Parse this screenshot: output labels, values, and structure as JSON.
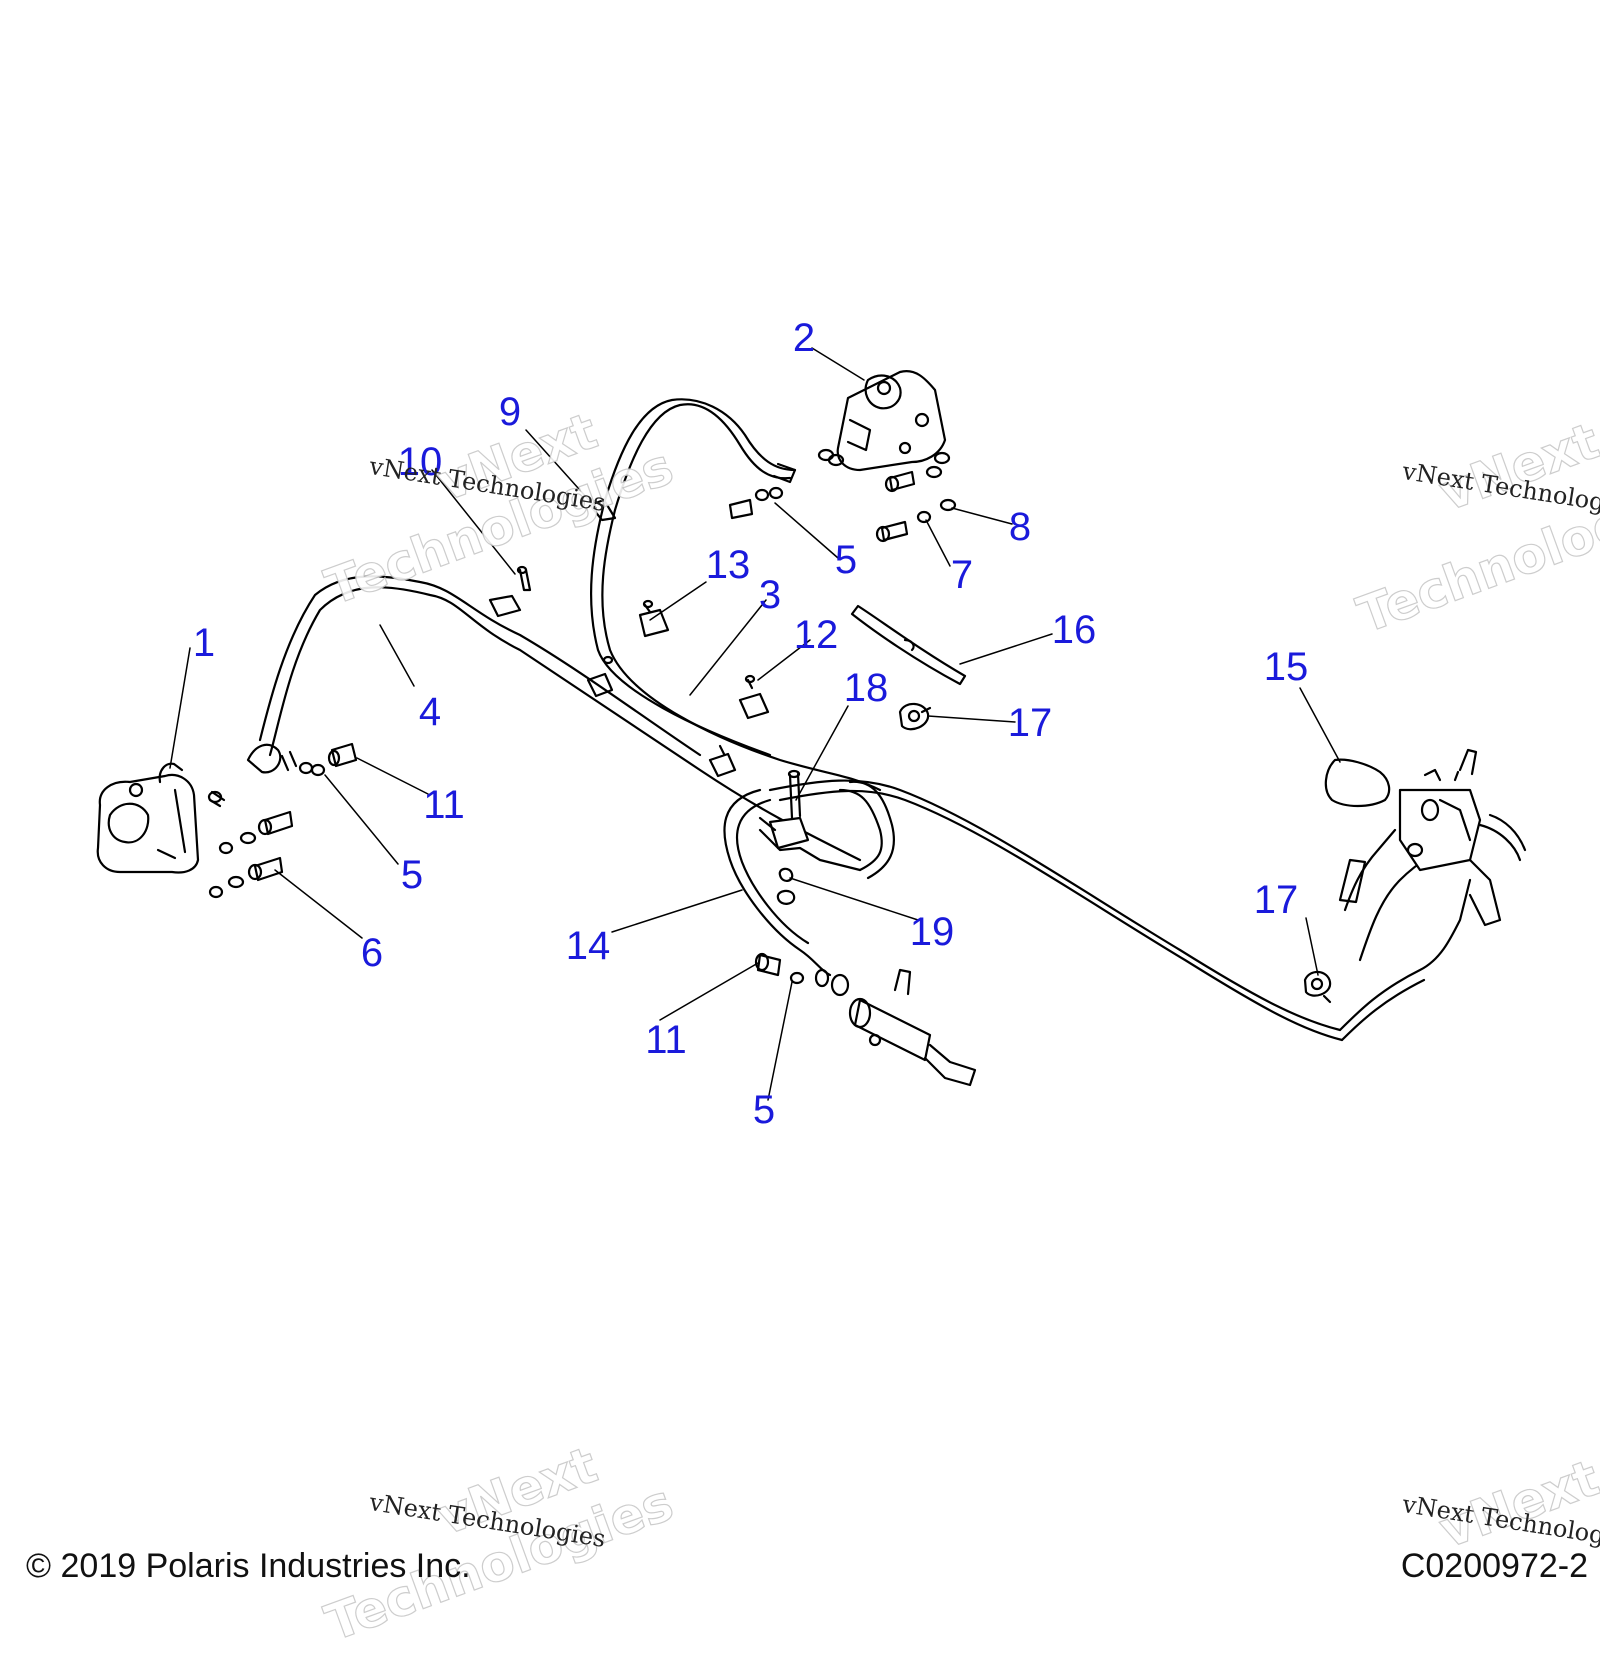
{
  "callouts": [
    {
      "id": "1",
      "text": "1"
    },
    {
      "id": "2",
      "text": "2"
    },
    {
      "id": "3",
      "text": "3"
    },
    {
      "id": "4",
      "text": "4"
    },
    {
      "id": "5a",
      "text": "5"
    },
    {
      "id": "5b",
      "text": "5"
    },
    {
      "id": "5c",
      "text": "5"
    },
    {
      "id": "6",
      "text": "6"
    },
    {
      "id": "7",
      "text": "7"
    },
    {
      "id": "8",
      "text": "8"
    },
    {
      "id": "9",
      "text": "9"
    },
    {
      "id": "10",
      "text": "10"
    },
    {
      "id": "11a",
      "text": "11"
    },
    {
      "id": "11b",
      "text": "11"
    },
    {
      "id": "12",
      "text": "12"
    },
    {
      "id": "13",
      "text": "13"
    },
    {
      "id": "14",
      "text": "14"
    },
    {
      "id": "15",
      "text": "15"
    },
    {
      "id": "16",
      "text": "16"
    },
    {
      "id": "17a",
      "text": "17"
    },
    {
      "id": "17b",
      "text": "17"
    },
    {
      "id": "18",
      "text": "18"
    },
    {
      "id": "19",
      "text": "19"
    }
  ],
  "footer": {
    "copyright": "© 2019 Polaris Industries Inc.",
    "diagram_code": "C0200972-2"
  },
  "watermark": {
    "brand_line": "vNext Technologies",
    "big_line_1": "vNext",
    "big_line_2": "Technologies"
  },
  "colors": {
    "callout": "#1a1adb",
    "line_art": "#000000",
    "background": "#ffffff"
  }
}
